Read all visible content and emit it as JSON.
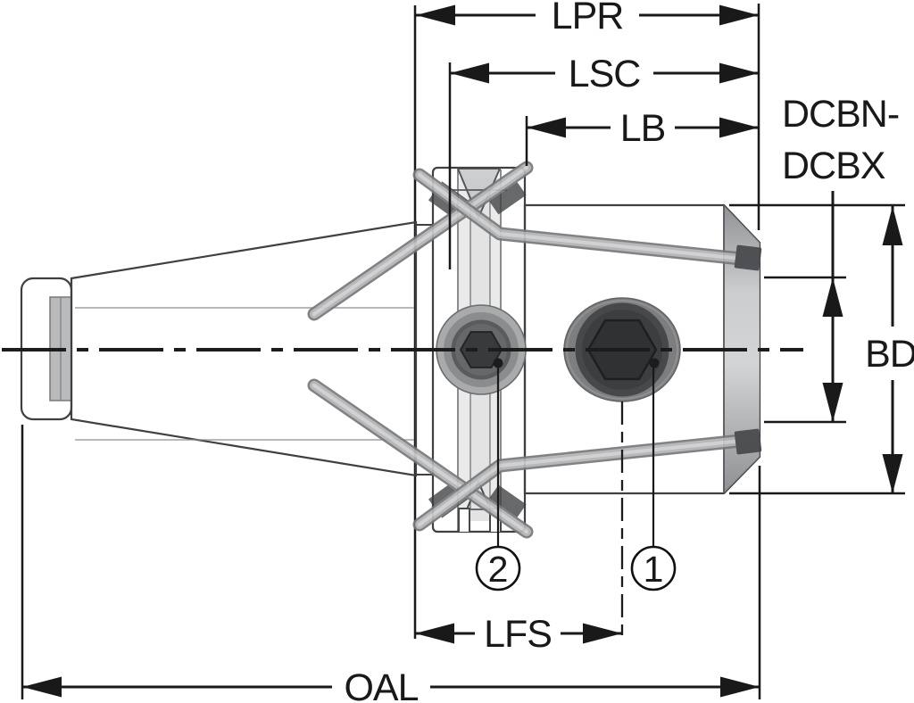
{
  "drawing_title": "Tool holder dimensional drawing (side view, steep-taper shank end mill holder)",
  "dimensions": {
    "lpr": "LPR",
    "lsc": "LSC",
    "lb": "LB",
    "lfs": "LFS",
    "oal": "OAL",
    "bd": "BD",
    "dcbn_line1": "DCBN-",
    "dcbn_line2": "DCBX"
  },
  "balloons": {
    "screw_front": "1",
    "screw_flange": "2"
  },
  "colors": {
    "dimension": "#191919",
    "outline": "#3f4043",
    "metal_light": "#d8d9db",
    "metal_mid": "#b9babc",
    "metal_dark": "#8e8f91",
    "notch_dark": "#3e3f41",
    "background": "#ffffff"
  }
}
